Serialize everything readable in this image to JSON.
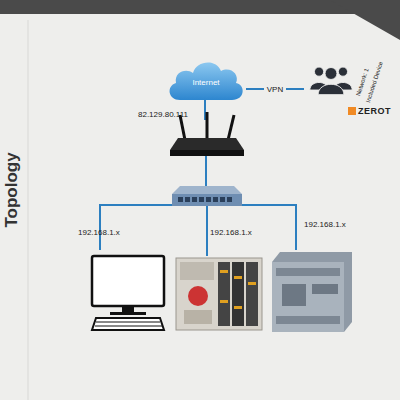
{
  "diagram": {
    "nodes": [
      {
        "text": [
          "Internet"
        ]
      },
      {
        "text": [
          "Network: 1",
          "Included Device",
          "ZEROT"
        ]
      }
    ],
    "edges": [
      {
        "from": 0,
        "to": 1,
        "label": "VPN",
        "arrow": "none"
      }
    ],
    "labels": [
      "Topology",
      "82.129.80.111",
      "192.168.1.x",
      "192.168.1.x",
      "192.168.1.x"
    ]
  }
}
